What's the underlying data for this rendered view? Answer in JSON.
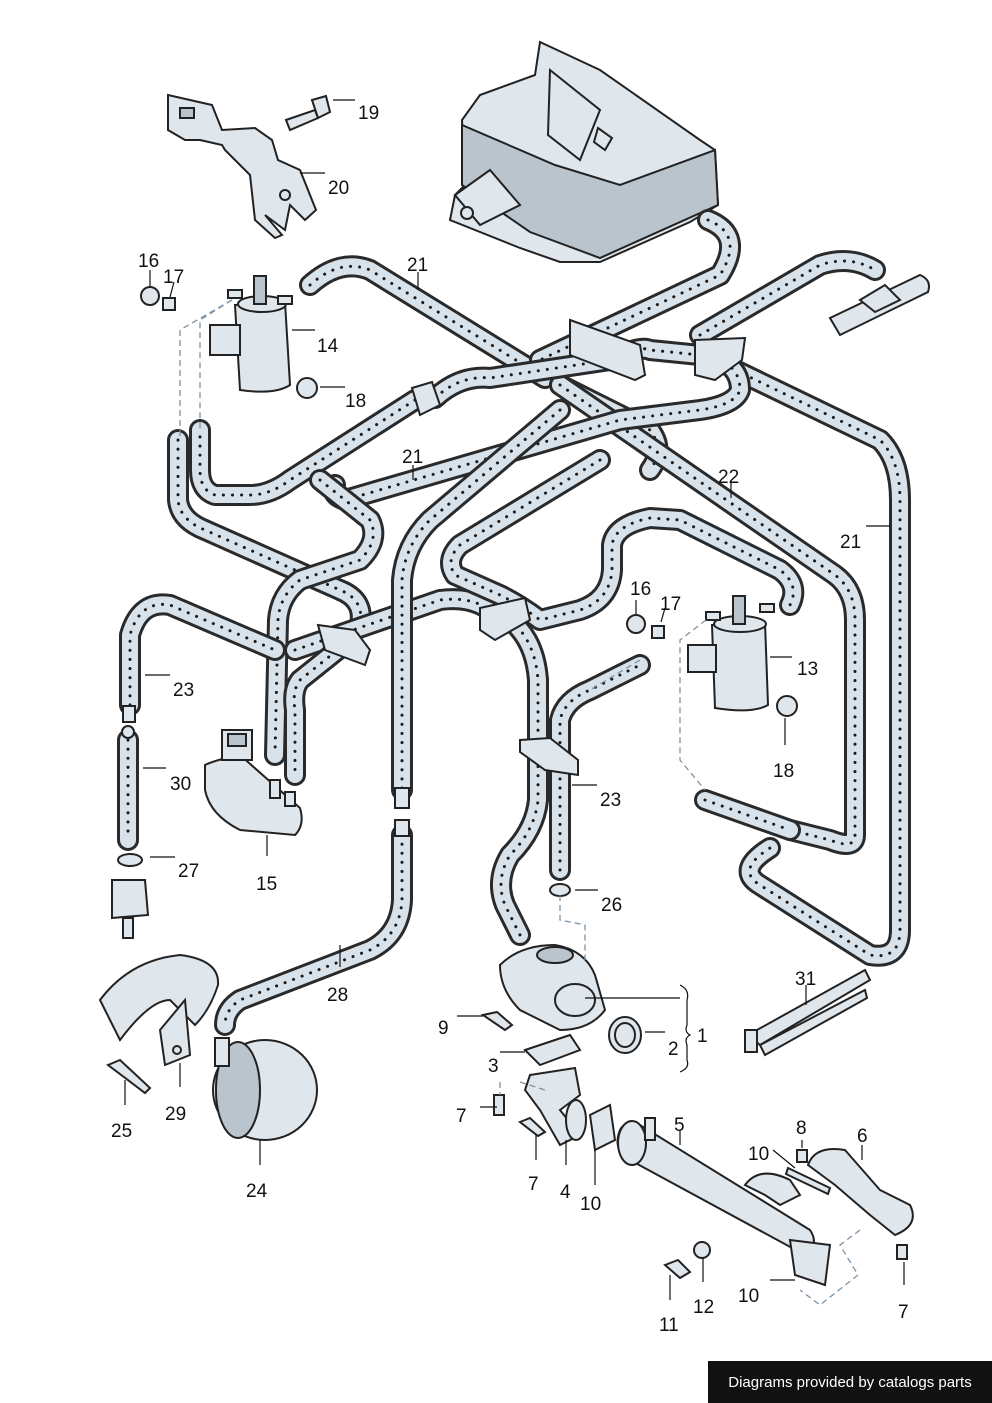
{
  "footer": {
    "credit": "Diagrams provided by catalogs parts"
  },
  "callouts": {
    "c1": "1",
    "c2": "2",
    "c3": "3",
    "c4": "4",
    "c5": "5",
    "c6": "6",
    "c7a": "7",
    "c7b": "7",
    "c7c": "7",
    "c8": "8",
    "c9": "9",
    "c10a": "10",
    "c10b": "10",
    "c10c": "10",
    "c11": "11",
    "c12": "12",
    "c13": "13",
    "c14": "14",
    "c15": "15",
    "c16a": "16",
    "c16b": "16",
    "c17a": "17",
    "c17b": "17",
    "c18a": "18",
    "c18b": "18",
    "c19": "19",
    "c20": "20",
    "c21a": "21",
    "c21b": "21",
    "c21c": "21",
    "c22": "22",
    "c23a": "23",
    "c23b": "23",
    "c24": "24",
    "c25": "25",
    "c26": "26",
    "c27": "27",
    "c28": "28",
    "c29": "29",
    "c30": "30",
    "c31": "31"
  },
  "colors": {
    "part_fill": "#dfe6ec",
    "hose_fill": "#d8e2ea",
    "outline": "#222222",
    "footer_bg": "#111111"
  }
}
